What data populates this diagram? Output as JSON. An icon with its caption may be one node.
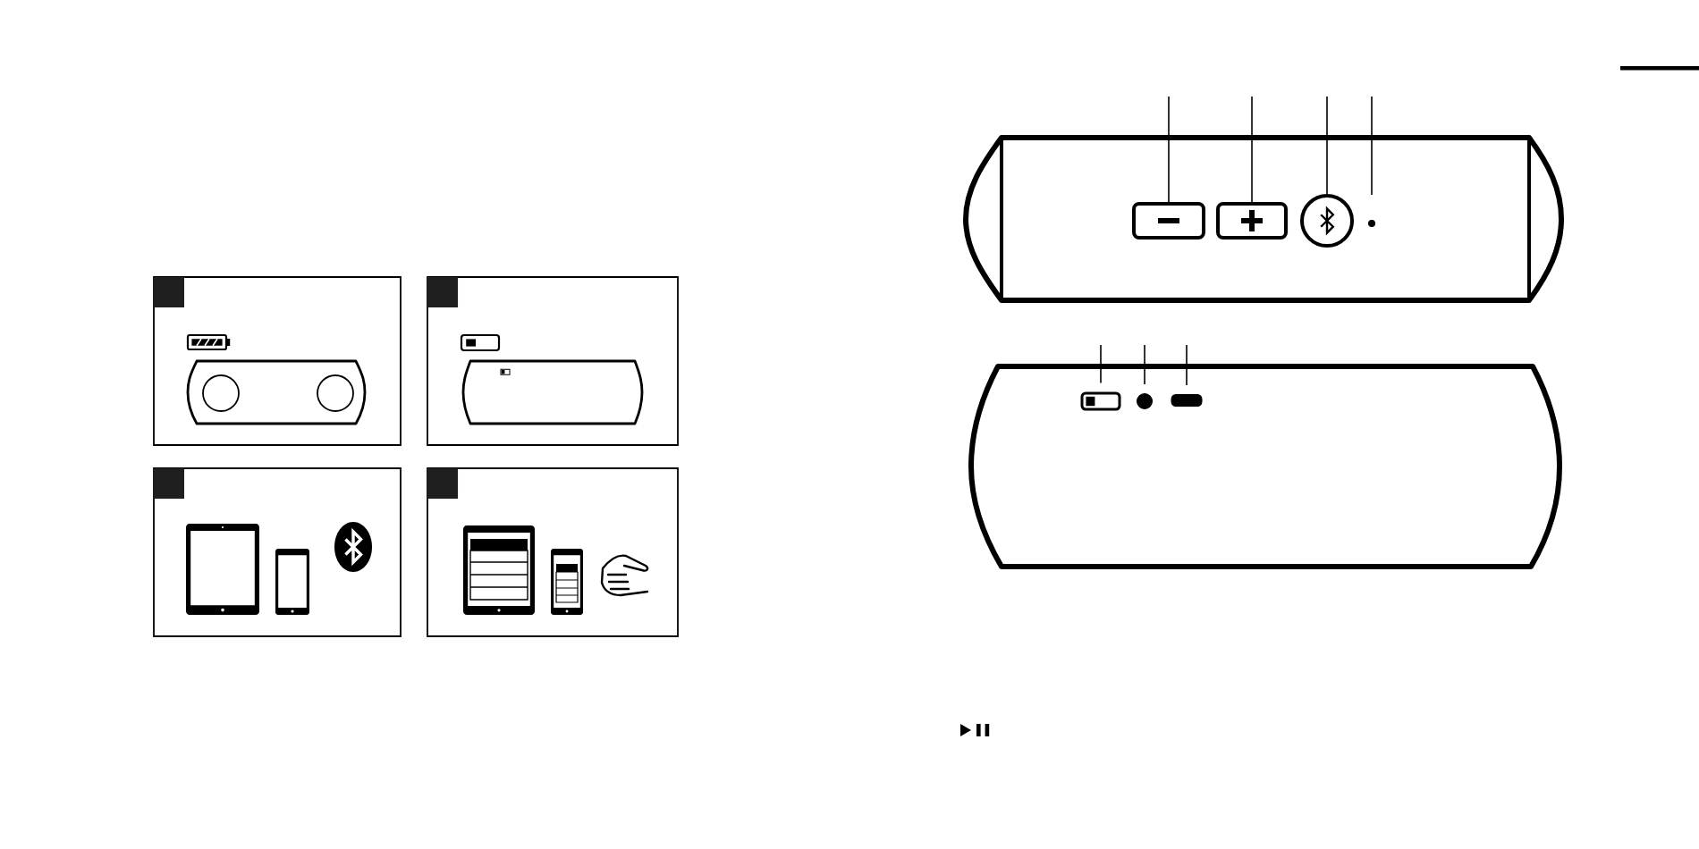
{
  "diagram": {
    "nodes": [
      {
        "text": [],
        "shape": "box"
      },
      {
        "text": [],
        "shape": "box"
      },
      {
        "text": [],
        "shape": "circle"
      },
      {
        "text": [],
        "shape": "circle"
      },
      {
        "text": [],
        "shape": "box"
      },
      {
        "text": [],
        "shape": "circle"
      },
      {
        "text": [],
        "shape": "box"
      }
    ],
    "edges": [
      {
        "from": null,
        "to": 0,
        "arrow": "none"
      },
      {
        "from": null,
        "to": 1,
        "arrow": "none"
      },
      {
        "from": null,
        "to": 2,
        "arrow": "none"
      },
      {
        "from": null,
        "to": 3,
        "arrow": "none"
      },
      {
        "from": null,
        "to": 4,
        "arrow": "none"
      },
      {
        "from": null,
        "to": 5,
        "arrow": "none"
      },
      {
        "from": null,
        "to": 6,
        "arrow": "none"
      }
    ]
  }
}
